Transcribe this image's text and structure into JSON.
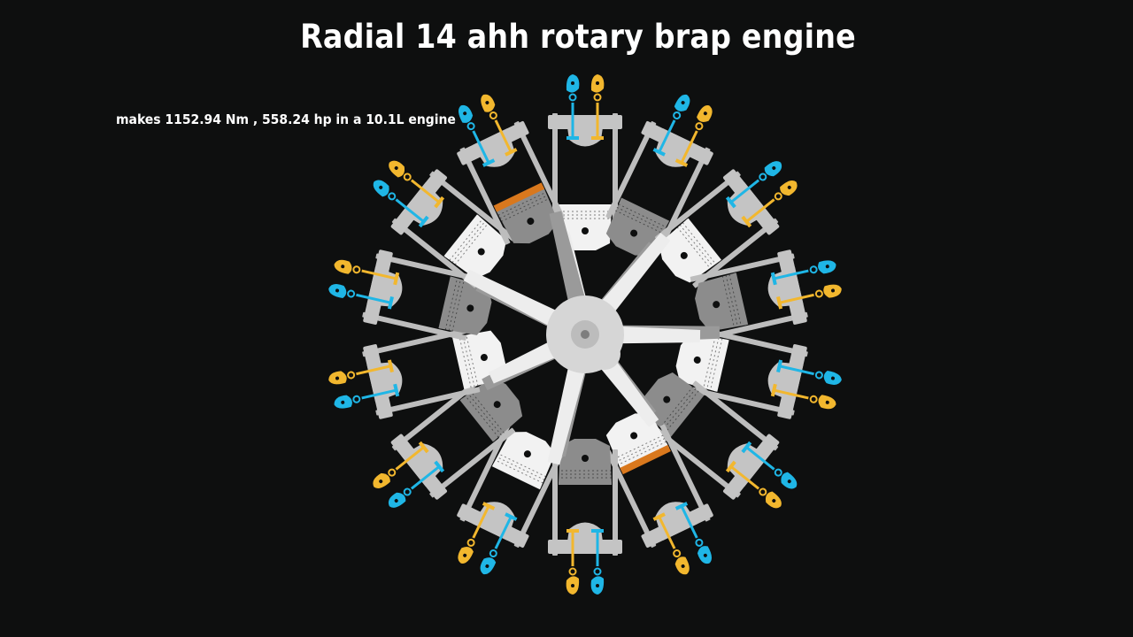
{
  "header": {
    "title": "Radial 14 ahh rotary brap engine"
  },
  "engine_stats": {
    "text": "makes 1152.94 Nm , 558.24 hp in a 10.1L engine"
  },
  "engine": {
    "cylinder_count": 14,
    "colors": {
      "background": "#0e0f0f",
      "head_light": "#c4c4c4",
      "cylinder_outline": "#bdbdbd",
      "piston_active": "#f2f2f2",
      "piston_inactive": "#8c8c8c",
      "rod_active": "#ededed",
      "rod_inactive": "#9a9a9a",
      "valve_intake": "#1fb6e6",
      "valve_exhaust": "#f2b72e",
      "combustion": "#d9781d",
      "crank": "#d6d6d6"
    }
  }
}
